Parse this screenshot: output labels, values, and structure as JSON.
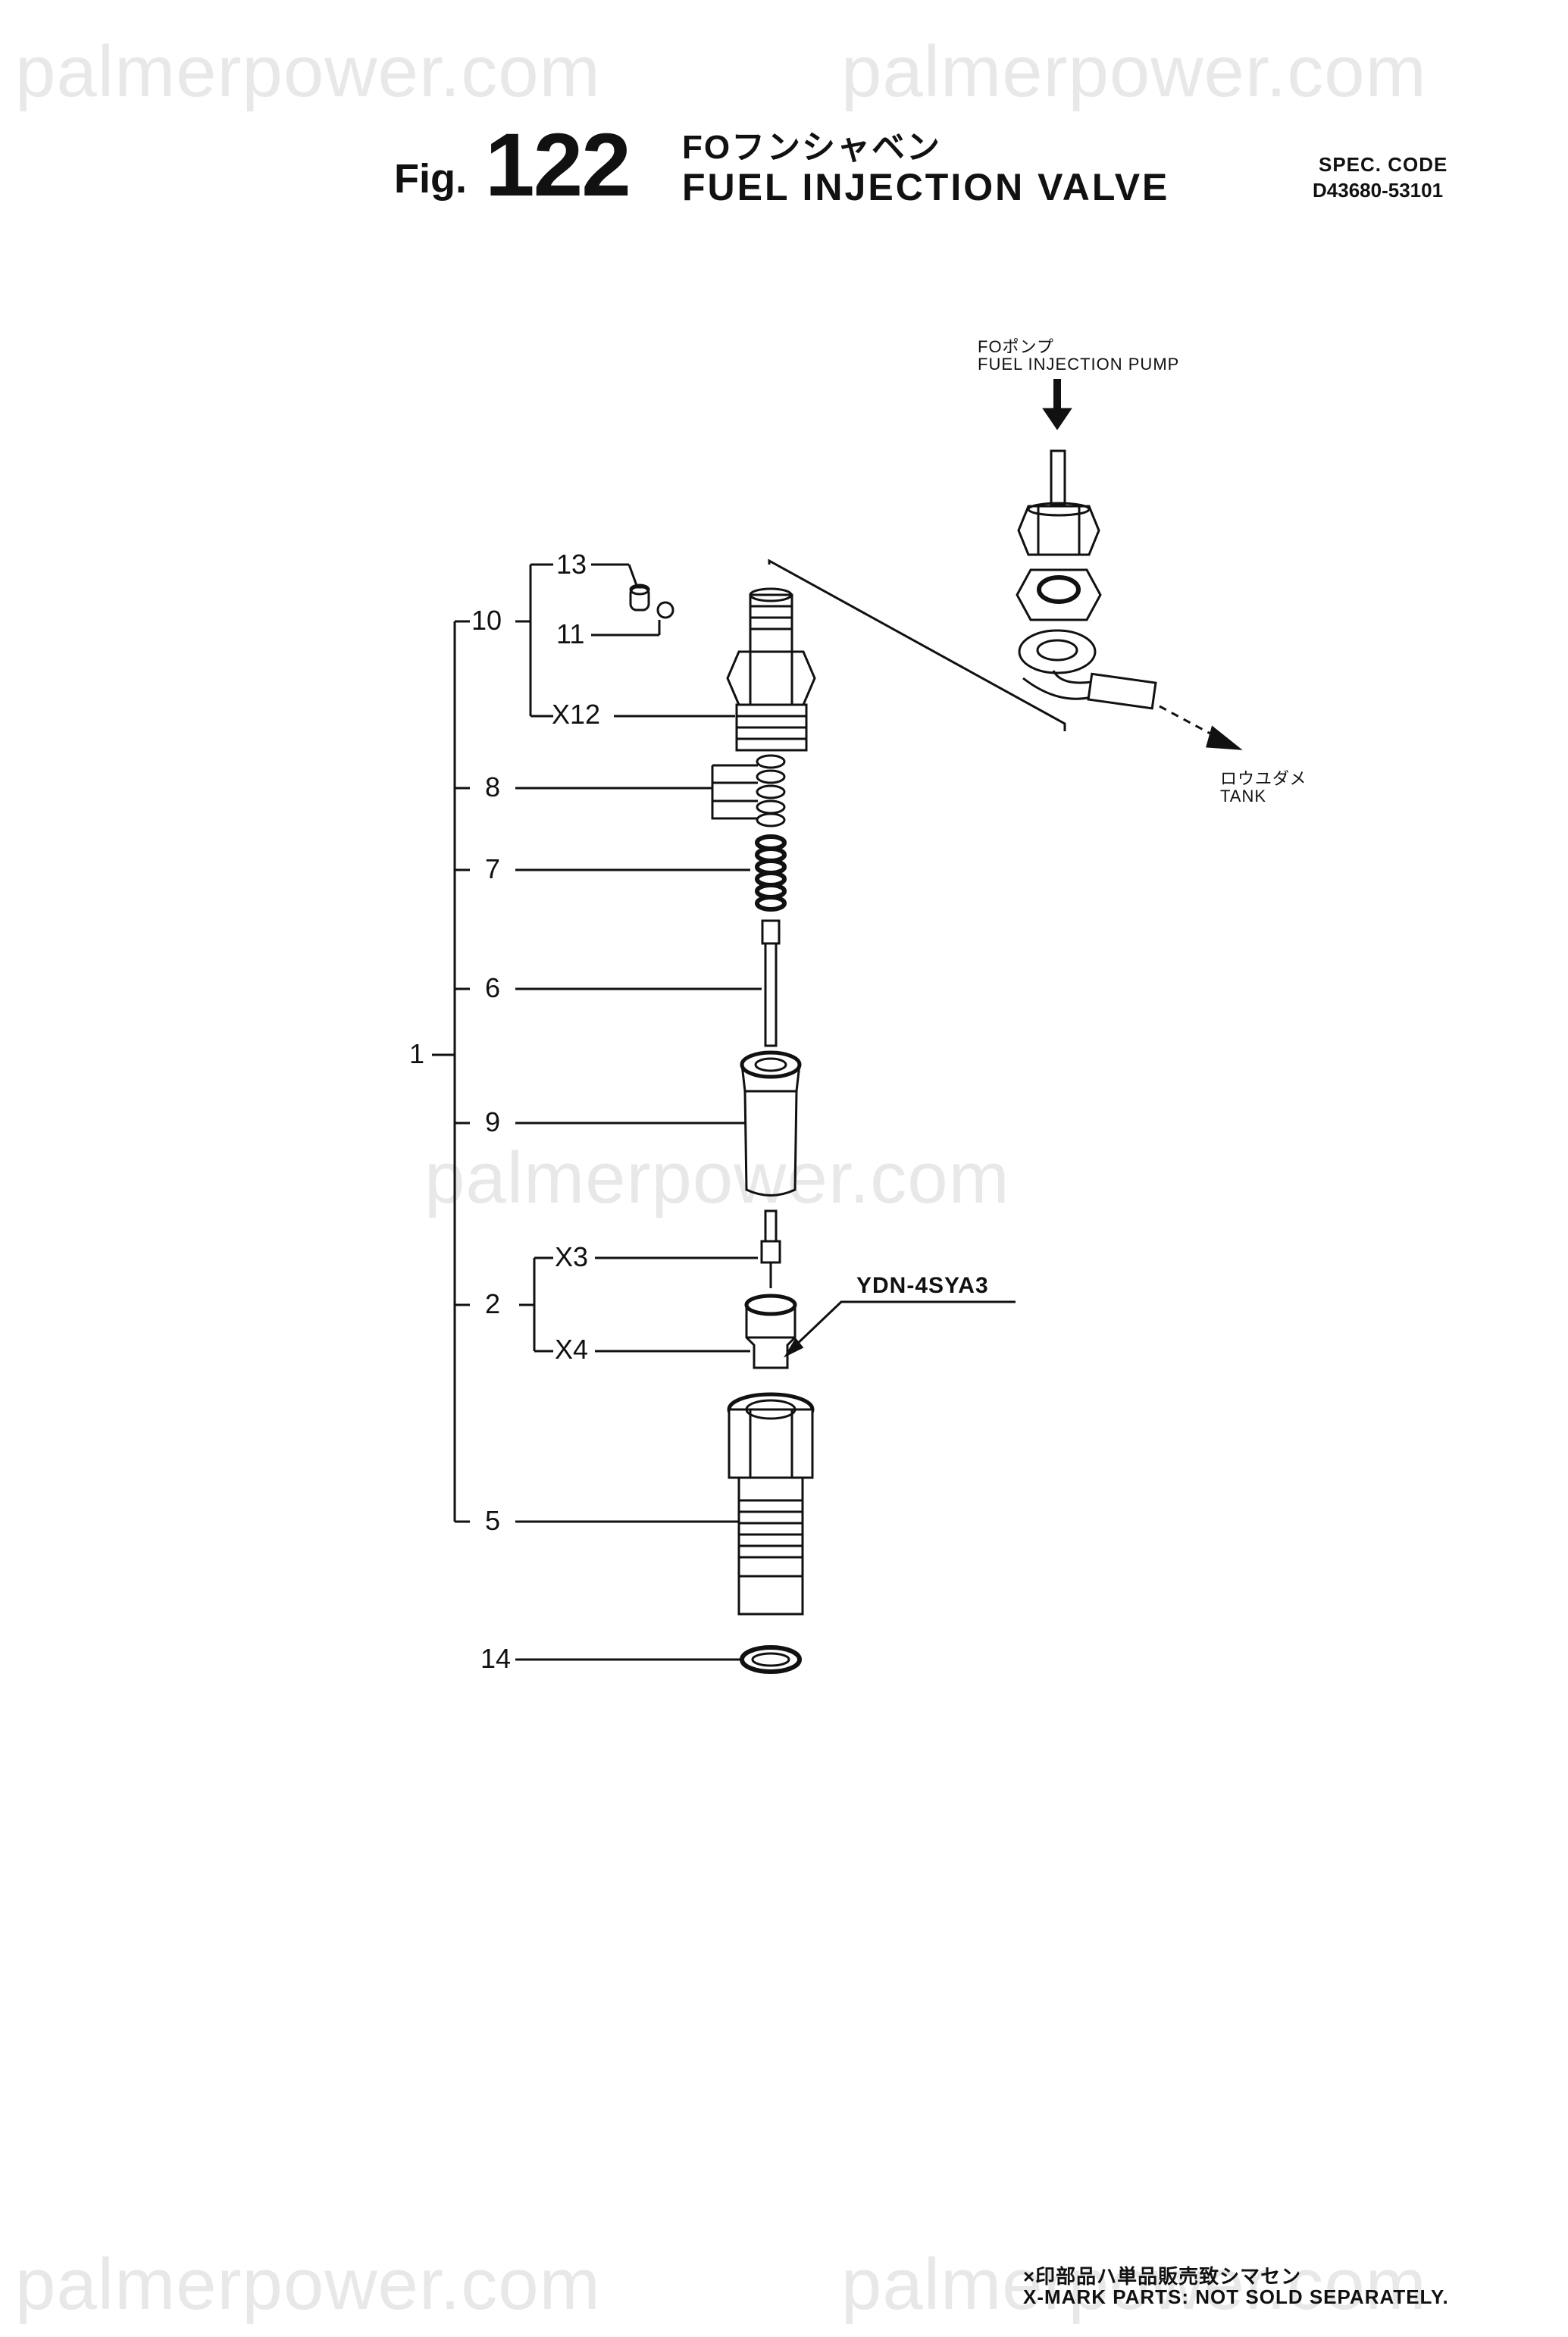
{
  "watermark": "palmerpower.com",
  "header": {
    "fig_prefix": "Fig.",
    "fig_number": "122",
    "title_jp": "FOフンシャベン",
    "title_en": "FUEL INJECTION VALVE",
    "spec_label": "SPEC. CODE",
    "spec_code": "D43680-53101"
  },
  "labels": {
    "pump_jp": "FOポンプ",
    "pump_en": "FUEL INJECTION PUMP",
    "tank_jp": "ロウユダメ",
    "tank_en": "TANK",
    "nozzle_code": "YDN-4SYA3"
  },
  "callouts": {
    "c13": "13",
    "c10": "10",
    "c11": "11",
    "cx12": "X12",
    "c8": "8",
    "c7": "7",
    "c6": "6",
    "c1": "1",
    "c9": "9",
    "cx3": "X3",
    "c2": "2",
    "cx4": "X4",
    "c5": "5",
    "c14": "14"
  },
  "footer": {
    "note_jp": "×印部品ハ単品販売致シマセン",
    "note_en": "X-MARK PARTS: NOT SOLD SEPARATELY."
  }
}
